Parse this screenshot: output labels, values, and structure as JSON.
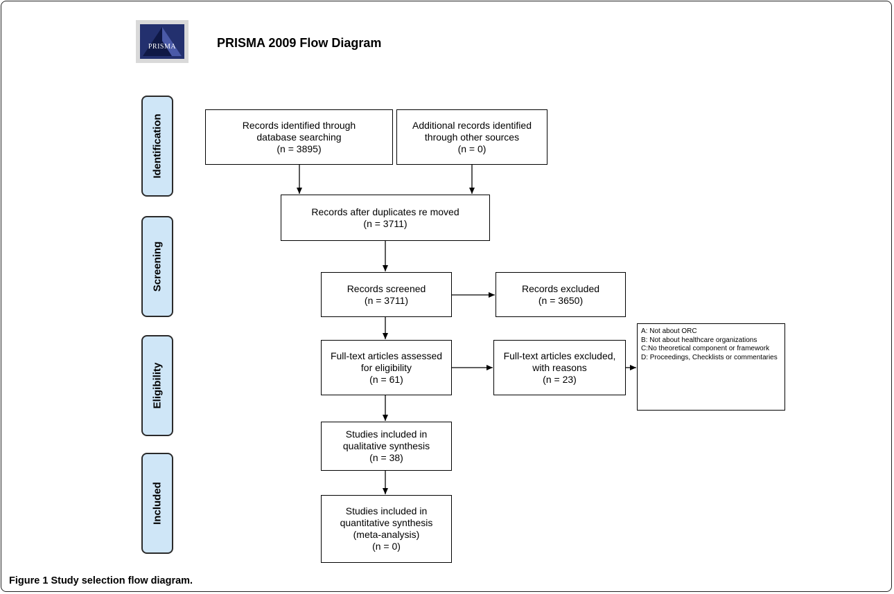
{
  "header": {
    "title": "PRISMA 2009 Flow Diagram",
    "logo_text": "PRISMA"
  },
  "stages": [
    "Identification",
    "Screening",
    "Eligibility",
    "Included"
  ],
  "boxes": {
    "database": {
      "line1": "Records identified through",
      "line2": "database searching",
      "line3": "(n = 3895)"
    },
    "other": {
      "line1": "Additional records identified",
      "line2": "through other sources",
      "line3": "(n = 0)"
    },
    "duplicates": {
      "line1": "Records after duplicates re moved",
      "line2": "(n = 3711)"
    },
    "screened": {
      "line1": "Records screened",
      "line2": "(n = 3711)"
    },
    "excluded": {
      "line1": "Records excluded",
      "line2": "(n = 3650)"
    },
    "fulltext": {
      "line1": "Full-text articles assessed",
      "line2": "for eligibility",
      "line3": "(n = 61)"
    },
    "fulltext_excluded": {
      "line1": "Full-text articles excluded,",
      "line2": "with reasons",
      "line3": "(n = 23)"
    },
    "qualitative": {
      "line1": "Studies included in",
      "line2": "qualitative synthesis",
      "line3": "(n = 38)"
    },
    "quantitative": {
      "line1": "Studies included in",
      "line2": "quantitative synthesis",
      "line3": "(meta-analysis)",
      "line4": "(n = 0)"
    }
  },
  "reasons": [
    "A: Not about ORC",
    "B: Not about healthcare organizations",
    "C:No theoretical component or framework",
    "D: Proceedings, Checklists or commentaries"
  ],
  "caption": {
    "label": "Figure 1",
    "text": "Study selection flow diagram."
  }
}
